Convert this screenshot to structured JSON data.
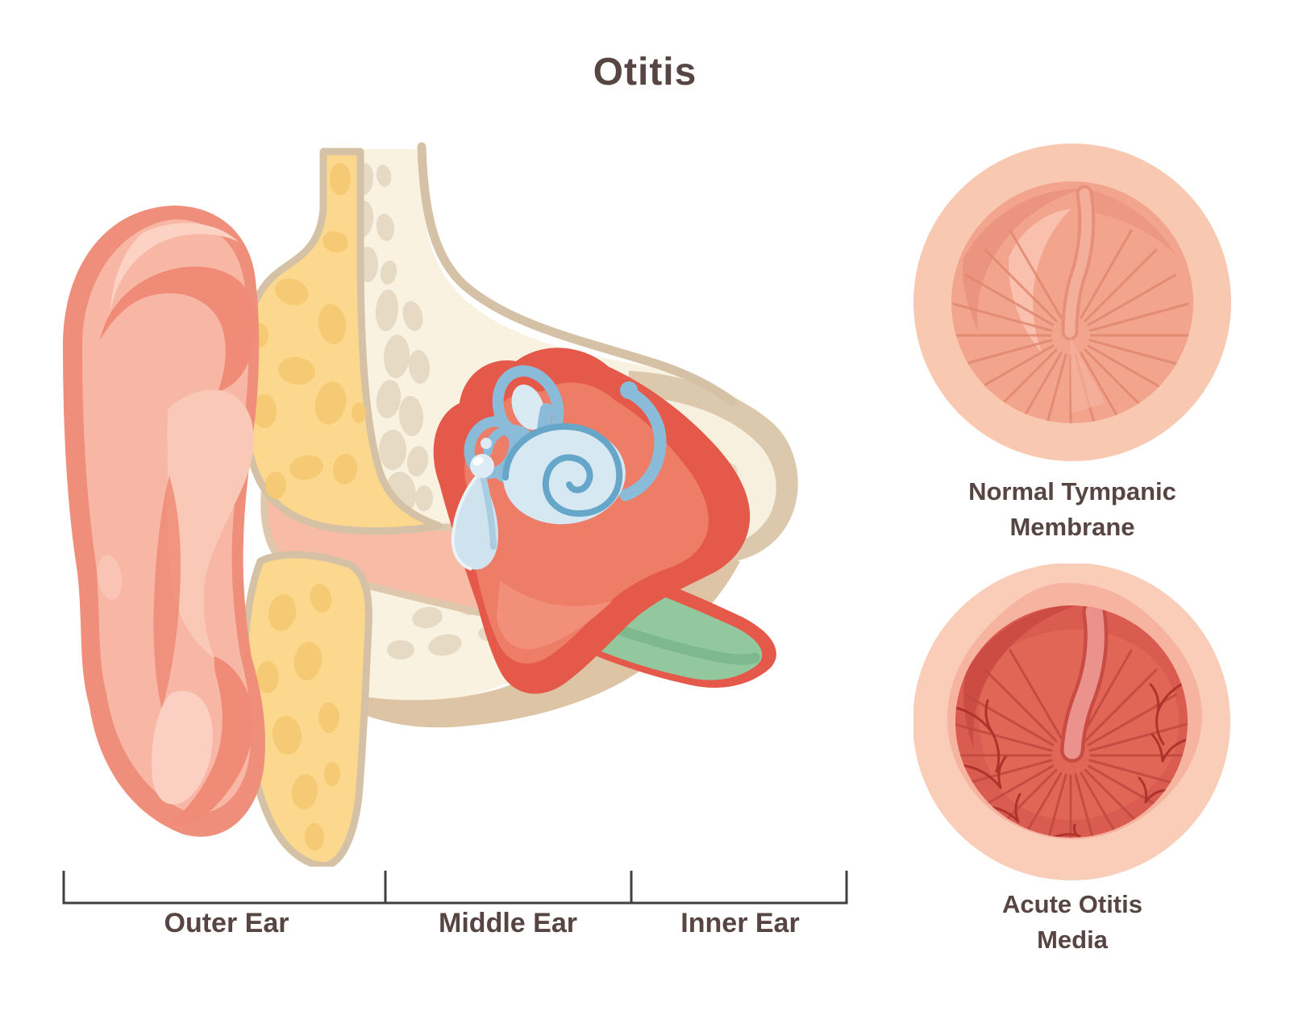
{
  "title": "Otitis",
  "regions": [
    {
      "label": "Outer Ear"
    },
    {
      "label": "Middle Ear"
    },
    {
      "label": "Inner Ear"
    }
  ],
  "insets": [
    {
      "label": "Normal Tympanic Membrane",
      "label_lines": [
        "Normal Tympanic",
        "Membrane"
      ]
    },
    {
      "label": "Acute Otitis Media",
      "label_lines": [
        "Acute Otitis",
        "Media"
      ]
    }
  ],
  "colors": {
    "background": "#ffffff",
    "text": "#574543",
    "bracket_line": "#3f3f3f",
    "pinna_rim": "#ef8f7b",
    "pinna_body": "#f8b7a5",
    "pinna_fold": "#ef8b77",
    "pinna_highlight": "#fbd2c3",
    "cartilage_yellow": "#fbd88e",
    "cartilage_spot": "#f6ca74",
    "bone_cream": "#faf2e1",
    "bone_border_tan": "#d5c1a6",
    "bone_spot": "#e6dac5",
    "bone_shadow": "#dcc4a4",
    "ear_canal_pink": "#f8bca6",
    "middle_ear_red": "#e4594a",
    "middle_ear_red_light": "#ee7d68",
    "labyrinth_blue": "#8abcd9",
    "labyrinth_pale_blue": "#d6e8f2",
    "cochlea_spiral": "#66a7c9",
    "tympanic_membrane_blue": "#cfe3ee",
    "eustachian_green": "#93c89e",
    "eustachian_green_dark": "#7db98c",
    "inset_outer_ring": "#f9c8b1",
    "membrane_normal": "#f2a48d",
    "membrane_striation": "#e2876f",
    "membrane_inflamed": "#da5b50",
    "inflamed_striation": "#c04a40",
    "vessel_red": "#ad332c"
  }
}
